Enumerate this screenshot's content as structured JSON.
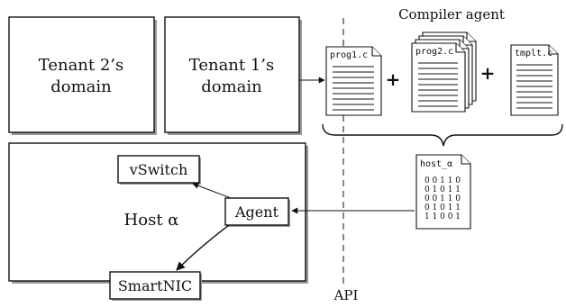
{
  "tenant2": {
    "line1": "Tenant 2’s",
    "line2": "domain"
  },
  "tenant1": {
    "line1": "Tenant 1’s",
    "line2": "domain"
  },
  "compiler": {
    "title": "Compiler agent",
    "files": [
      "prog1.c",
      "prog2.c",
      "tmplt.c"
    ],
    "plus": "+"
  },
  "host": {
    "label": "Host α",
    "vswitch": "vSwitch",
    "agent": "Agent",
    "smartnic": "SmartNIC"
  },
  "binary": {
    "name": "host_α",
    "rows": [
      "0 0 1 1 0",
      "0 1 0 1 1",
      "0 0 1 1 0",
      "0 1 0 1 1",
      "1 1 0 0 1"
    ]
  },
  "api_label": "API"
}
